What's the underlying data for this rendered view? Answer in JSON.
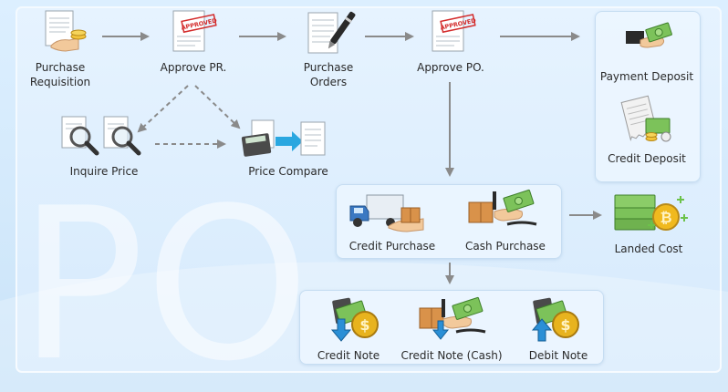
{
  "watermark": "PO",
  "nodes": {
    "purchase_requisition": {
      "label_l1": "Purchase",
      "label_l2": "Requisition"
    },
    "approve_pr": {
      "label": "Approve PR.",
      "stamp": "APPROVED"
    },
    "purchase_orders": {
      "label_l1": "Purchase",
      "label_l2": "Orders"
    },
    "approve_po": {
      "label": "Approve PO.",
      "stamp": "APPROVED"
    },
    "payment_deposit": {
      "label": "Payment Deposit"
    },
    "credit_deposit": {
      "label": "Credit Deposit"
    },
    "inquire_price": {
      "label": "Inquire Price"
    },
    "price_compare": {
      "label": "Price Compare"
    },
    "credit_purchase": {
      "label": "Credit Purchase"
    },
    "cash_purchase": {
      "label": "Cash Purchase"
    },
    "landed_cost": {
      "label": "Landed Cost"
    },
    "credit_note": {
      "label": "Credit Note"
    },
    "credit_note_cash": {
      "label": "Credit Note (Cash)"
    },
    "debit_note": {
      "label": "Debit Note"
    }
  },
  "colors": {
    "arrow": "#8a8a8a",
    "money_green": "#5aa83a",
    "coin_gold": "#e0a81c",
    "box_brown": "#d9924a",
    "truck_blue": "#3a78c2"
  }
}
